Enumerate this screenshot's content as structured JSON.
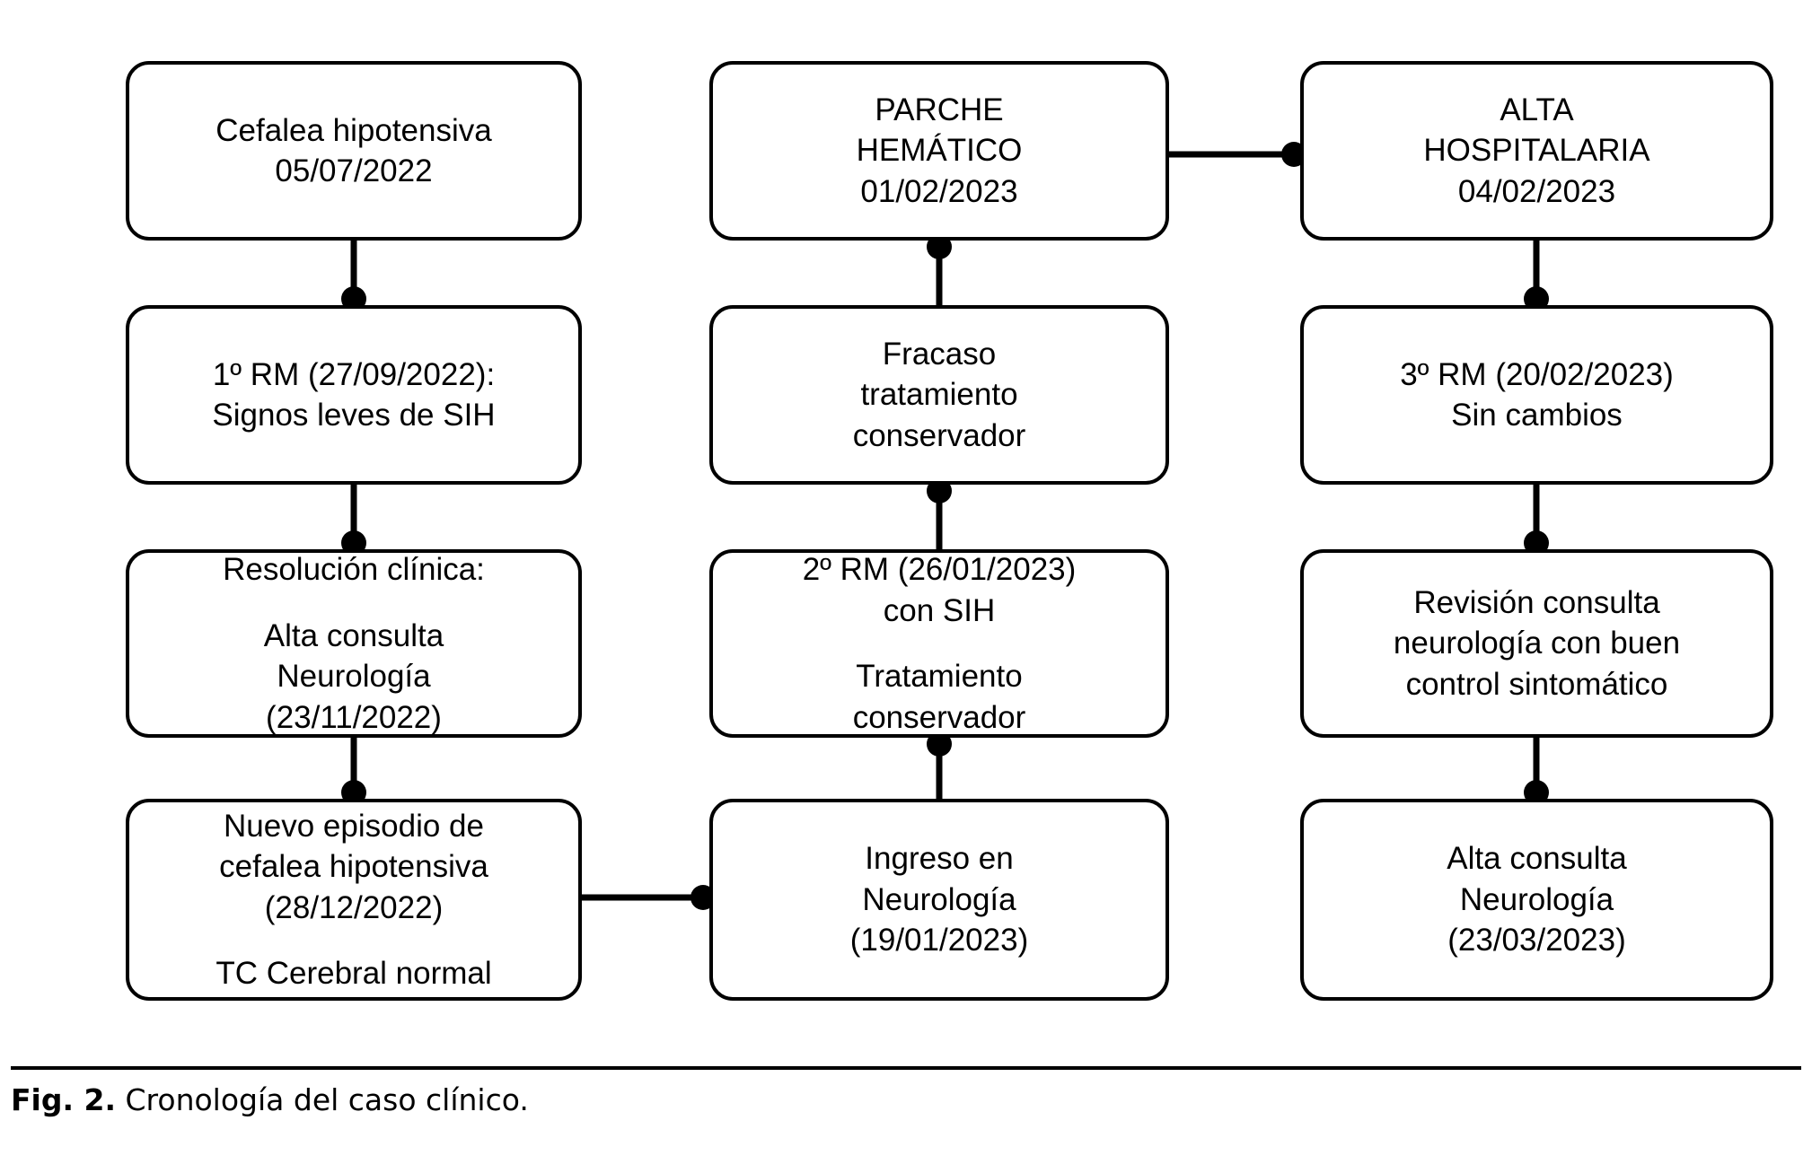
{
  "figure": {
    "caption_label": "Fig. 2.",
    "caption_text": "Cronología del caso clínico.",
    "colors": {
      "stroke": "#000000",
      "background": "#ffffff",
      "text": "#000000"
    }
  },
  "chart_data": {
    "type": "diagram",
    "title": "Cronología del caso clínico",
    "orientation": "three-column vertical timeline, top-to-bottom within each column, left-to-right between columns",
    "edge_style": "straight line with filled circle terminator at destination",
    "nodes": [
      {
        "id": "n1",
        "column": 1,
        "row": 1,
        "lines": [
          "Cefalea hipotensiva",
          "05/07/2022"
        ]
      },
      {
        "id": "n2",
        "column": 1,
        "row": 2,
        "lines": [
          "1º RM (27/09/2022):",
          "Signos leves de SIH"
        ]
      },
      {
        "id": "n3",
        "column": 1,
        "row": 3,
        "lines": [
          "Resolución clínica:",
          "Alta consulta",
          "Neurología",
          "(23/11/2022)"
        ]
      },
      {
        "id": "n4",
        "column": 1,
        "row": 4,
        "lines": [
          "Nuevo episodio de",
          "cefalea hipotensiva",
          "(28/12/2022)",
          "TC Cerebral normal"
        ]
      },
      {
        "id": "n5",
        "column": 2,
        "row": 1,
        "lines": [
          "PARCHE",
          "HEMÁTICO",
          "01/02/2023"
        ]
      },
      {
        "id": "n6",
        "column": 2,
        "row": 2,
        "lines": [
          "Fracaso",
          "tratamiento",
          "conservador"
        ]
      },
      {
        "id": "n7",
        "column": 2,
        "row": 3,
        "lines": [
          "2º RM (26/01/2023)",
          "con SIH",
          "Tratamiento",
          "conservador"
        ]
      },
      {
        "id": "n8",
        "column": 2,
        "row": 4,
        "lines": [
          "Ingreso en",
          "Neurología",
          "(19/01/2023)"
        ]
      },
      {
        "id": "n9",
        "column": 3,
        "row": 1,
        "lines": [
          "ALTA",
          "HOSPITALARIA",
          "04/02/2023"
        ]
      },
      {
        "id": "n10",
        "column": 3,
        "row": 2,
        "lines": [
          "3º RM (20/02/2023)",
          "Sin cambios"
        ]
      },
      {
        "id": "n11",
        "column": 3,
        "row": 3,
        "lines": [
          "Revisión consulta",
          "neurología con buen",
          "control sintomático"
        ]
      },
      {
        "id": "n12",
        "column": 3,
        "row": 4,
        "lines": [
          "Alta consulta",
          "Neurología",
          "(23/03/2023)"
        ]
      }
    ],
    "edges": [
      {
        "from": "n1",
        "to": "n2",
        "direction": "down"
      },
      {
        "from": "n2",
        "to": "n3",
        "direction": "down"
      },
      {
        "from": "n3",
        "to": "n4",
        "direction": "down"
      },
      {
        "from": "n4",
        "to": "n8",
        "direction": "right"
      },
      {
        "from": "n8",
        "to": "n7",
        "direction": "up"
      },
      {
        "from": "n7",
        "to": "n6",
        "direction": "up"
      },
      {
        "from": "n6",
        "to": "n5",
        "direction": "up"
      },
      {
        "from": "n5",
        "to": "n9",
        "direction": "right"
      },
      {
        "from": "n9",
        "to": "n10",
        "direction": "down"
      },
      {
        "from": "n10",
        "to": "n11",
        "direction": "down"
      },
      {
        "from": "n11",
        "to": "n12",
        "direction": "down"
      }
    ]
  },
  "nodes": {
    "n1": {
      "l1": "Cefalea hipotensiva",
      "l2": "05/07/2022"
    },
    "n2": {
      "l1": "1º RM (27/09/2022):",
      "l2": "Signos leves de SIH"
    },
    "n3": {
      "l1": "Resolución clínica:",
      "l2": "Alta consulta",
      "l3": "Neurología",
      "l4": "(23/11/2022)"
    },
    "n4": {
      "l1": "Nuevo episodio de",
      "l2": "cefalea hipotensiva",
      "l3": "(28/12/2022)",
      "l4": "TC Cerebral normal"
    },
    "n5": {
      "l1": "PARCHE",
      "l2": "HEMÁTICO",
      "l3": "01/02/2023"
    },
    "n6": {
      "l1": "Fracaso",
      "l2": "tratamiento",
      "l3": "conservador"
    },
    "n7": {
      "l1": "2º RM (26/01/2023)",
      "l2": "con SIH",
      "l3": "Tratamiento",
      "l4": "conservador"
    },
    "n8": {
      "l1": "Ingreso en",
      "l2": "Neurología",
      "l3": "(19/01/2023)"
    },
    "n9": {
      "l1": "ALTA",
      "l2": "HOSPITALARIA",
      "l3": "04/02/2023"
    },
    "n10": {
      "l1": "3º RM (20/02/2023)",
      "l2": "Sin cambios"
    },
    "n11": {
      "l1": "Revisión consulta",
      "l2": "neurología con buen",
      "l3": "control sintomático"
    },
    "n12": {
      "l1": "Alta consulta",
      "l2": "Neurología",
      "l3": "(23/03/2023)"
    }
  }
}
